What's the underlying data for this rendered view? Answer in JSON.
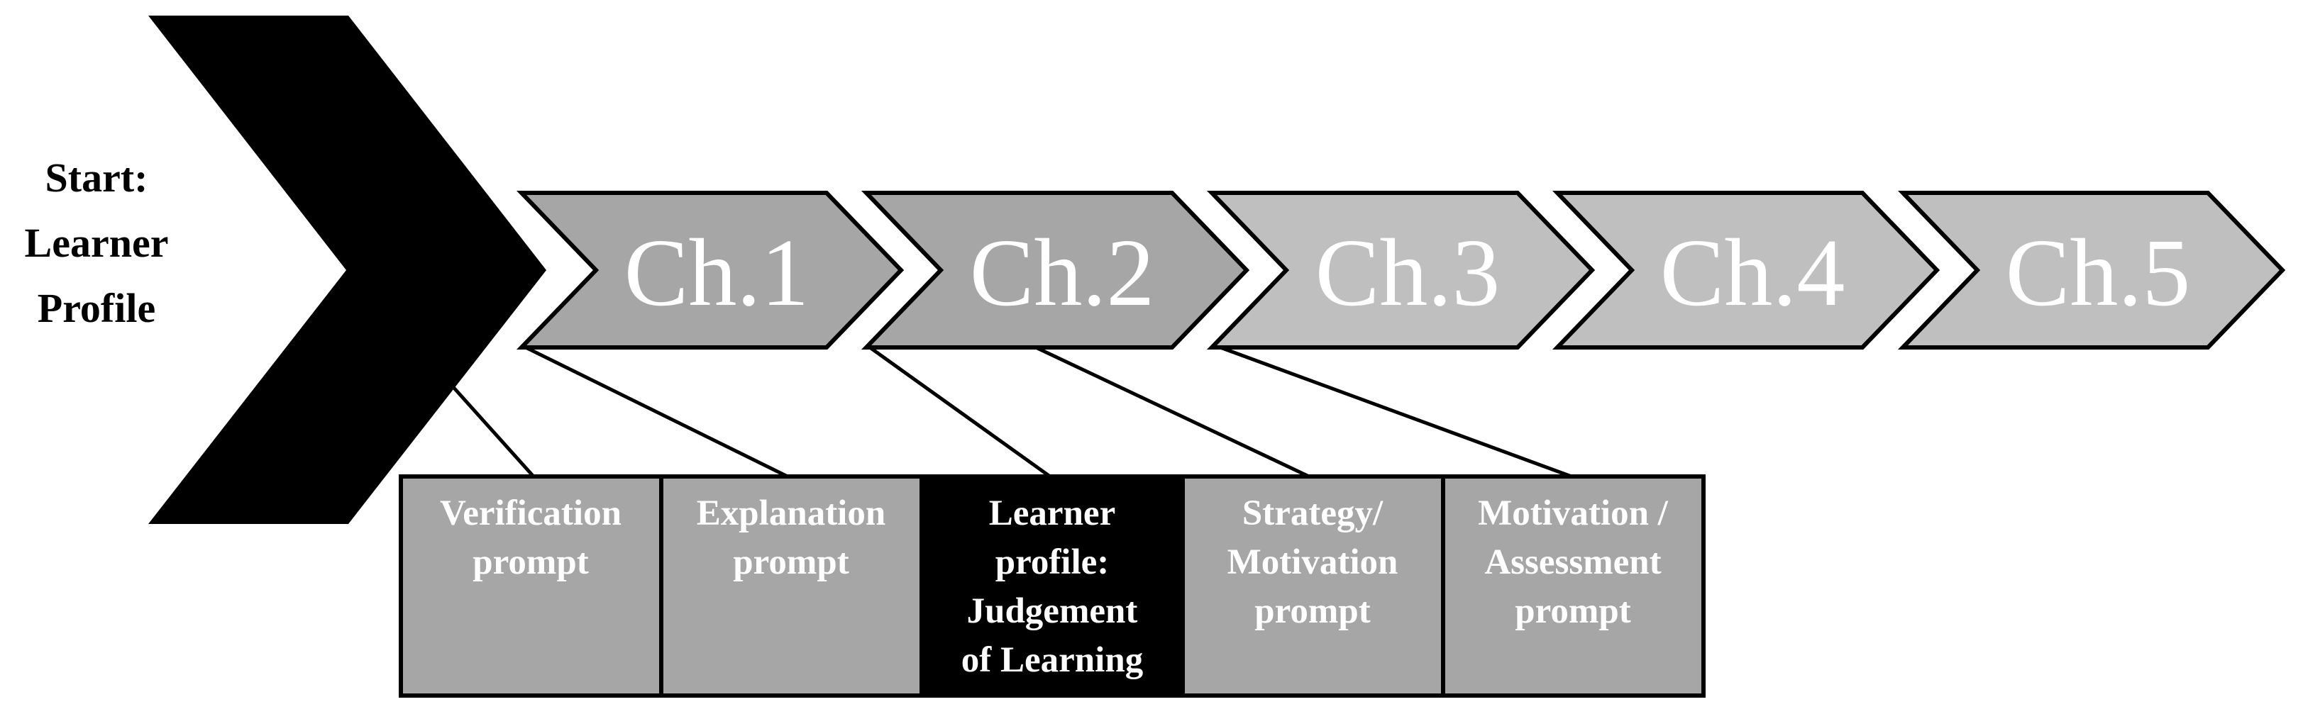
{
  "start": {
    "lines": [
      "Start:",
      "Learner",
      "Profile"
    ]
  },
  "chapters": [
    {
      "label": "Ch.1",
      "fill": "#a6a6a6"
    },
    {
      "label": "Ch.2",
      "fill": "#a6a6a6"
    },
    {
      "label": "Ch.3",
      "fill": "#bfbfbf"
    },
    {
      "label": "Ch.4",
      "fill": "#bfbfbf"
    },
    {
      "label": "Ch.5",
      "fill": "#bfbfbf"
    }
  ],
  "prompts": [
    {
      "lines": [
        "Verification",
        "prompt"
      ],
      "fill": "#a6a6a6"
    },
    {
      "lines": [
        "Explanation",
        "prompt"
      ],
      "fill": "#a6a6a6"
    },
    {
      "lines": [
        "Learner",
        "profile:",
        "Judgement",
        "of Learning"
      ],
      "fill": "#000000"
    },
    {
      "lines": [
        "Strategy/",
        "Motivation",
        "prompt"
      ],
      "fill": "#a6a6a6"
    },
    {
      "lines": [
        "Motivation /",
        "Assessment",
        "prompt"
      ],
      "fill": "#a6a6a6"
    }
  ],
  "colors": {
    "start_arrow": "#000000",
    "outline": "#000000",
    "text_light": "#ffffff",
    "text_dark": "#000000"
  }
}
